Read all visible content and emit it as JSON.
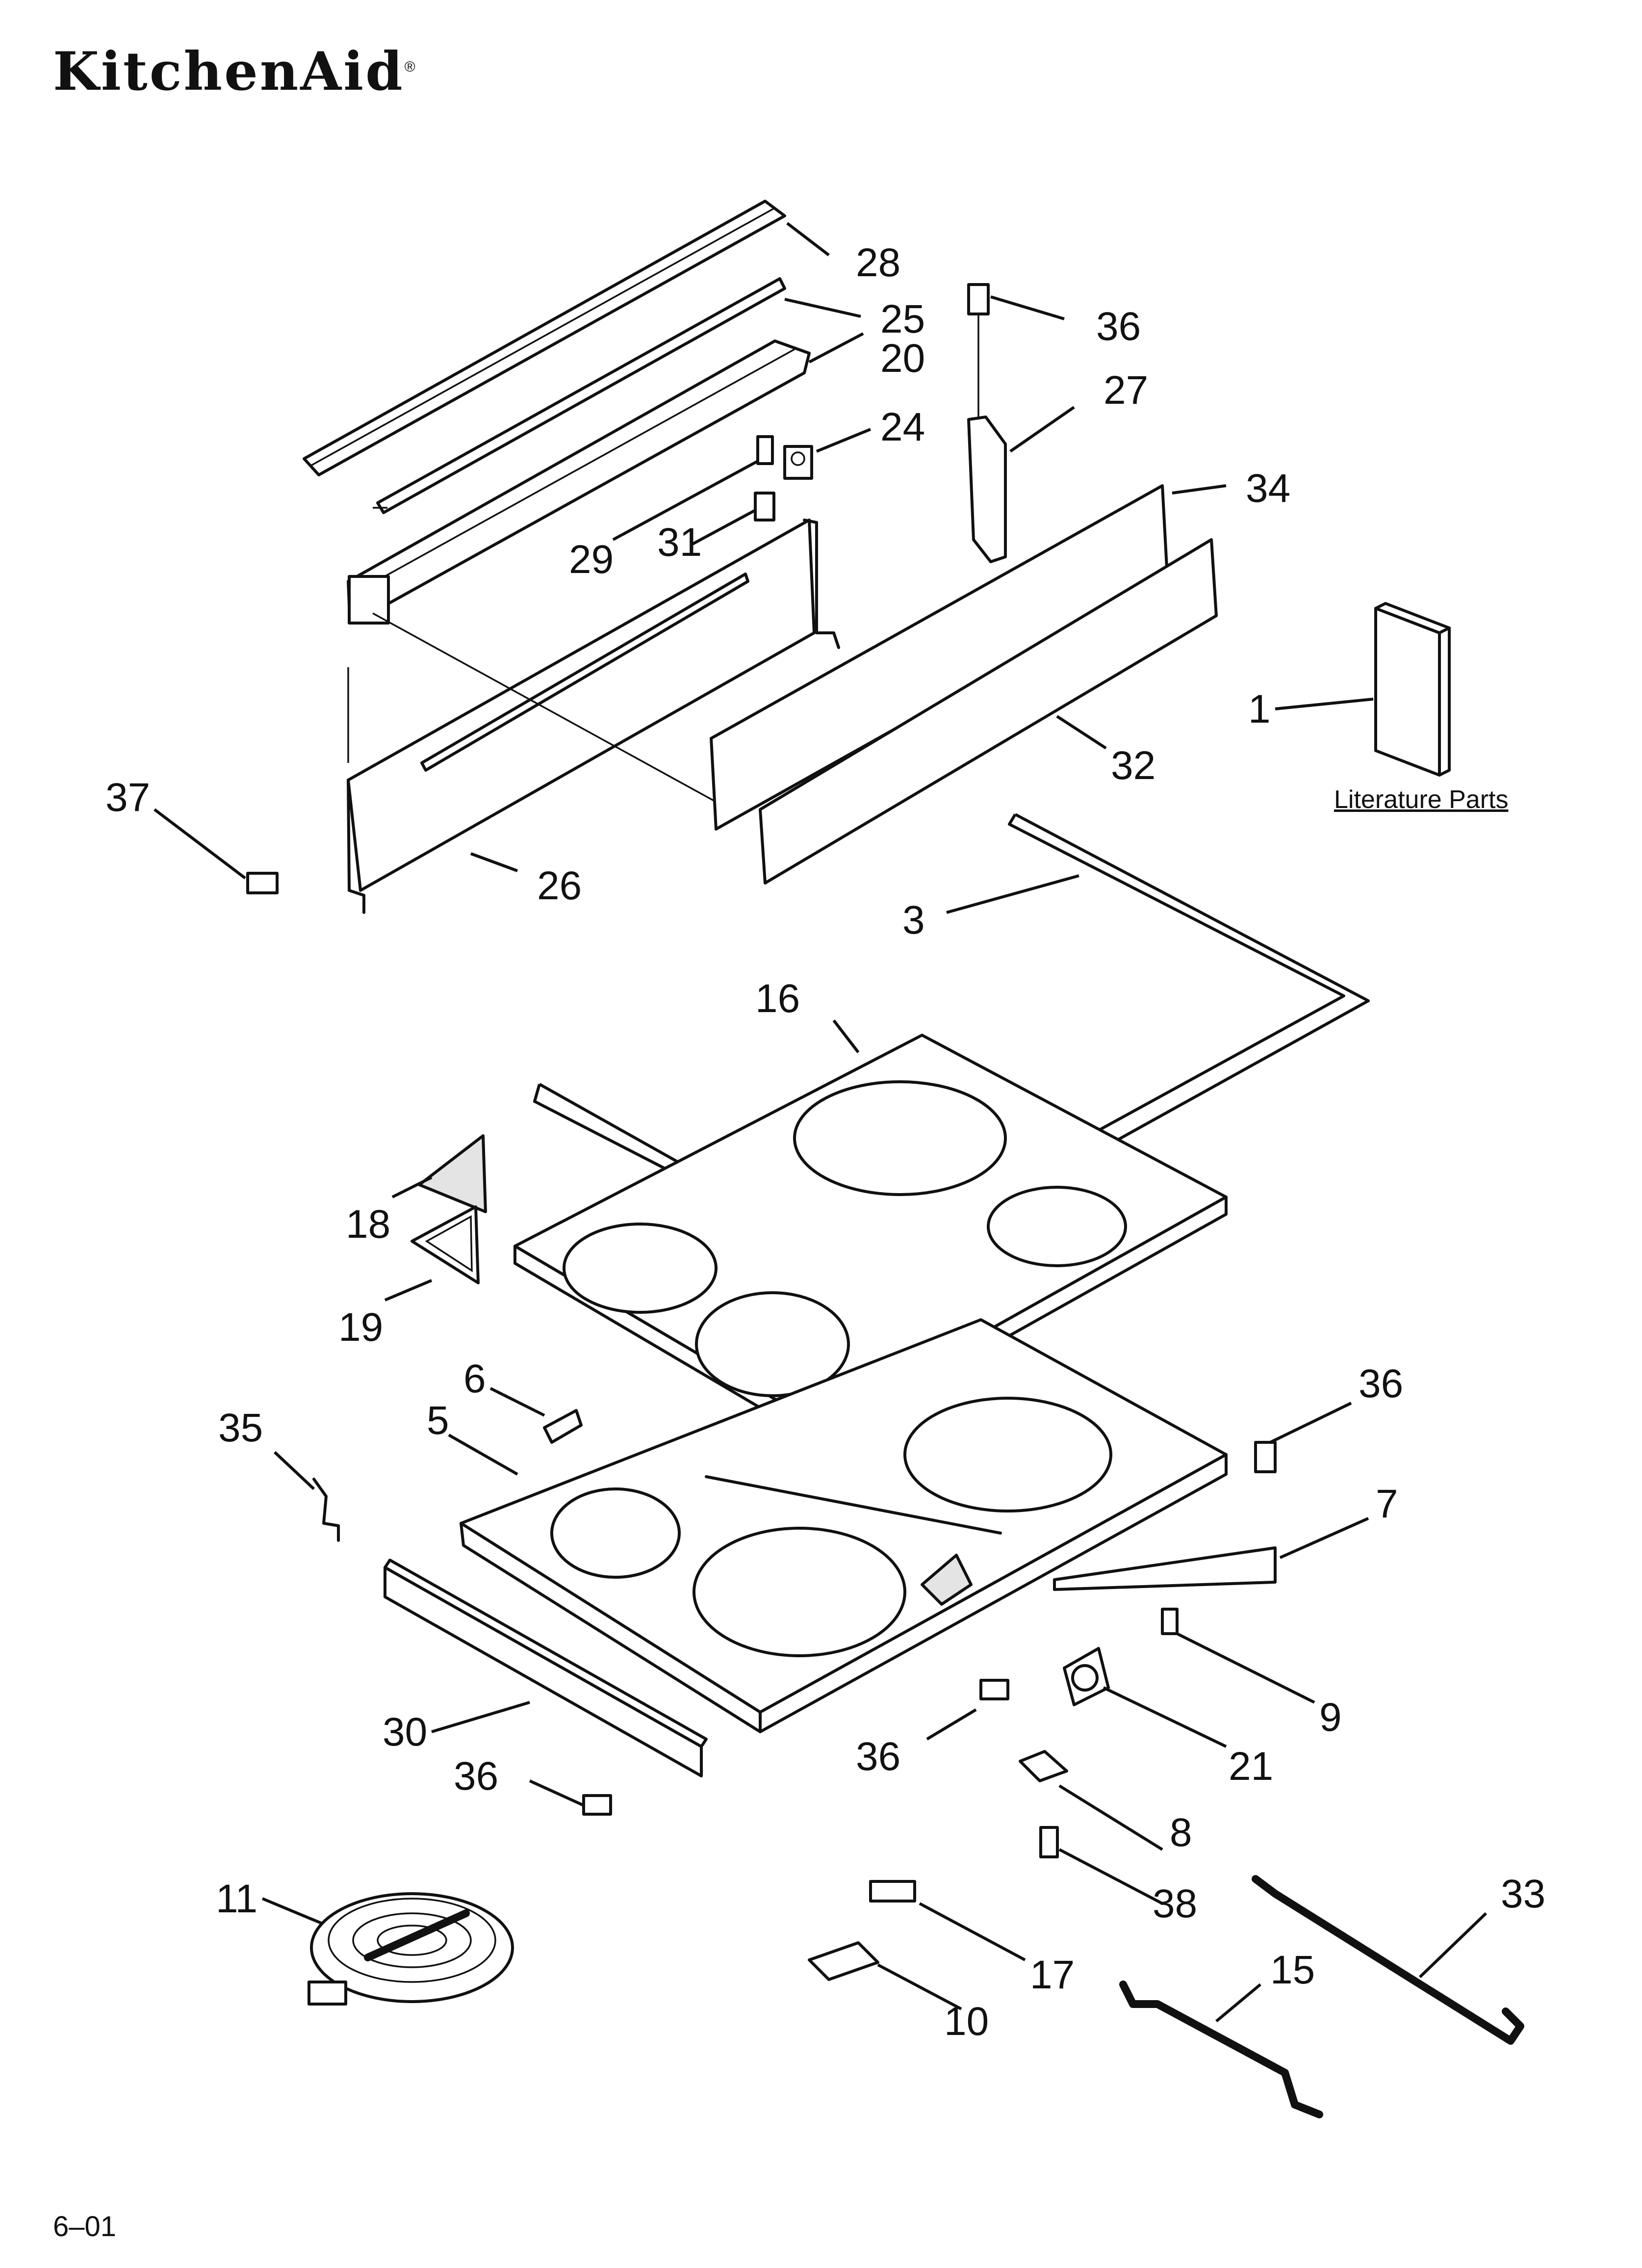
{
  "brand": {
    "logo_text": "KitchenAid",
    "registered_mark": "®"
  },
  "footer": {
    "revision": "6–01"
  },
  "literature_caption": "Literature Parts",
  "callouts": [
    {
      "id": "28",
      "text": "28"
    },
    {
      "id": "25",
      "text": "25"
    },
    {
      "id": "20",
      "text": "20"
    },
    {
      "id": "24",
      "text": "24"
    },
    {
      "id": "36a",
      "text": "36"
    },
    {
      "id": "27",
      "text": "27"
    },
    {
      "id": "34",
      "text": "34"
    },
    {
      "id": "29",
      "text": "29"
    },
    {
      "id": "31",
      "text": "31"
    },
    {
      "id": "1",
      "text": "1"
    },
    {
      "id": "32",
      "text": "32"
    },
    {
      "id": "37",
      "text": "37"
    },
    {
      "id": "26",
      "text": "26"
    },
    {
      "id": "3",
      "text": "3"
    },
    {
      "id": "16",
      "text": "16"
    },
    {
      "id": "18",
      "text": "18"
    },
    {
      "id": "19",
      "text": "19"
    },
    {
      "id": "6",
      "text": "6"
    },
    {
      "id": "36b",
      "text": "36"
    },
    {
      "id": "35",
      "text": "35"
    },
    {
      "id": "5",
      "text": "5"
    },
    {
      "id": "7",
      "text": "7"
    },
    {
      "id": "9",
      "text": "9"
    },
    {
      "id": "30",
      "text": "30"
    },
    {
      "id": "36c",
      "text": "36"
    },
    {
      "id": "21",
      "text": "21"
    },
    {
      "id": "36d",
      "text": "36"
    },
    {
      "id": "8",
      "text": "8"
    },
    {
      "id": "38",
      "text": "38"
    },
    {
      "id": "11",
      "text": "11"
    },
    {
      "id": "33",
      "text": "33"
    },
    {
      "id": "17",
      "text": "17"
    },
    {
      "id": "15",
      "text": "15"
    },
    {
      "id": "10",
      "text": "10"
    }
  ]
}
